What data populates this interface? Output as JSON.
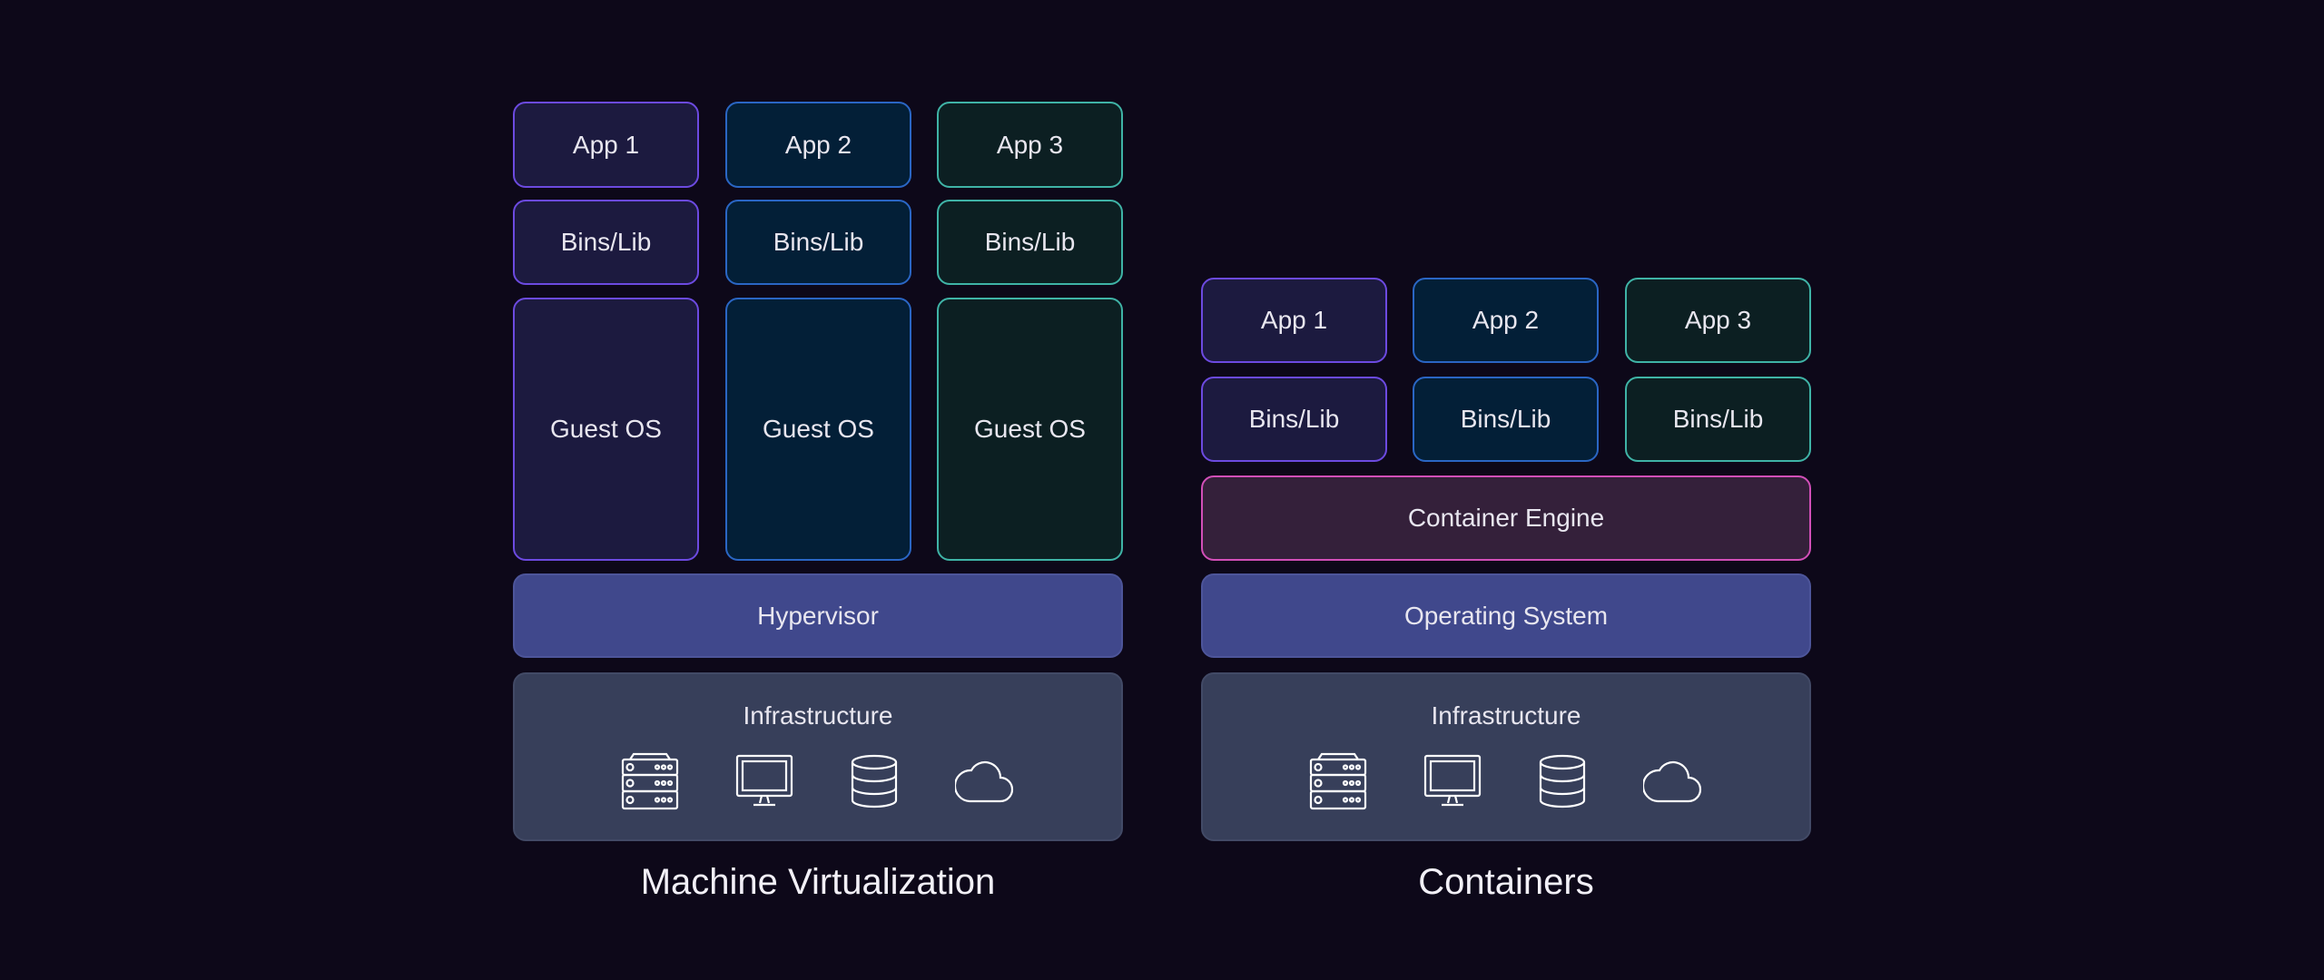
{
  "colors": {
    "background": "#0d0819",
    "purple_border": "#6c4ae0",
    "blue_border": "#2a66c4",
    "green_border": "#3fb3a6",
    "engine_border": "#d24fb8",
    "layer_fill": "#40488c",
    "infra_fill": "#373f5a"
  },
  "vm": {
    "apps": [
      "App 1",
      "App 2",
      "App 3"
    ],
    "bins": [
      "Bins/Lib",
      "Bins/Lib",
      "Bins/Lib"
    ],
    "guest_os": [
      "Guest OS",
      "Guest OS",
      "Guest OS"
    ],
    "hypervisor": "Hypervisor",
    "infrastructure": "Infrastructure",
    "icons": [
      "server-icon",
      "monitor-icon",
      "database-icon",
      "cloud-icon"
    ],
    "caption": "Machine Virtualization"
  },
  "containers": {
    "apps": [
      "App 1",
      "App 2",
      "App 3"
    ],
    "bins": [
      "Bins/Lib",
      "Bins/Lib",
      "Bins/Lib"
    ],
    "engine": "Container Engine",
    "operating_system": "Operating System",
    "infrastructure": "Infrastructure",
    "icons": [
      "server-icon",
      "monitor-icon",
      "database-icon",
      "cloud-icon"
    ],
    "caption": "Containers"
  }
}
